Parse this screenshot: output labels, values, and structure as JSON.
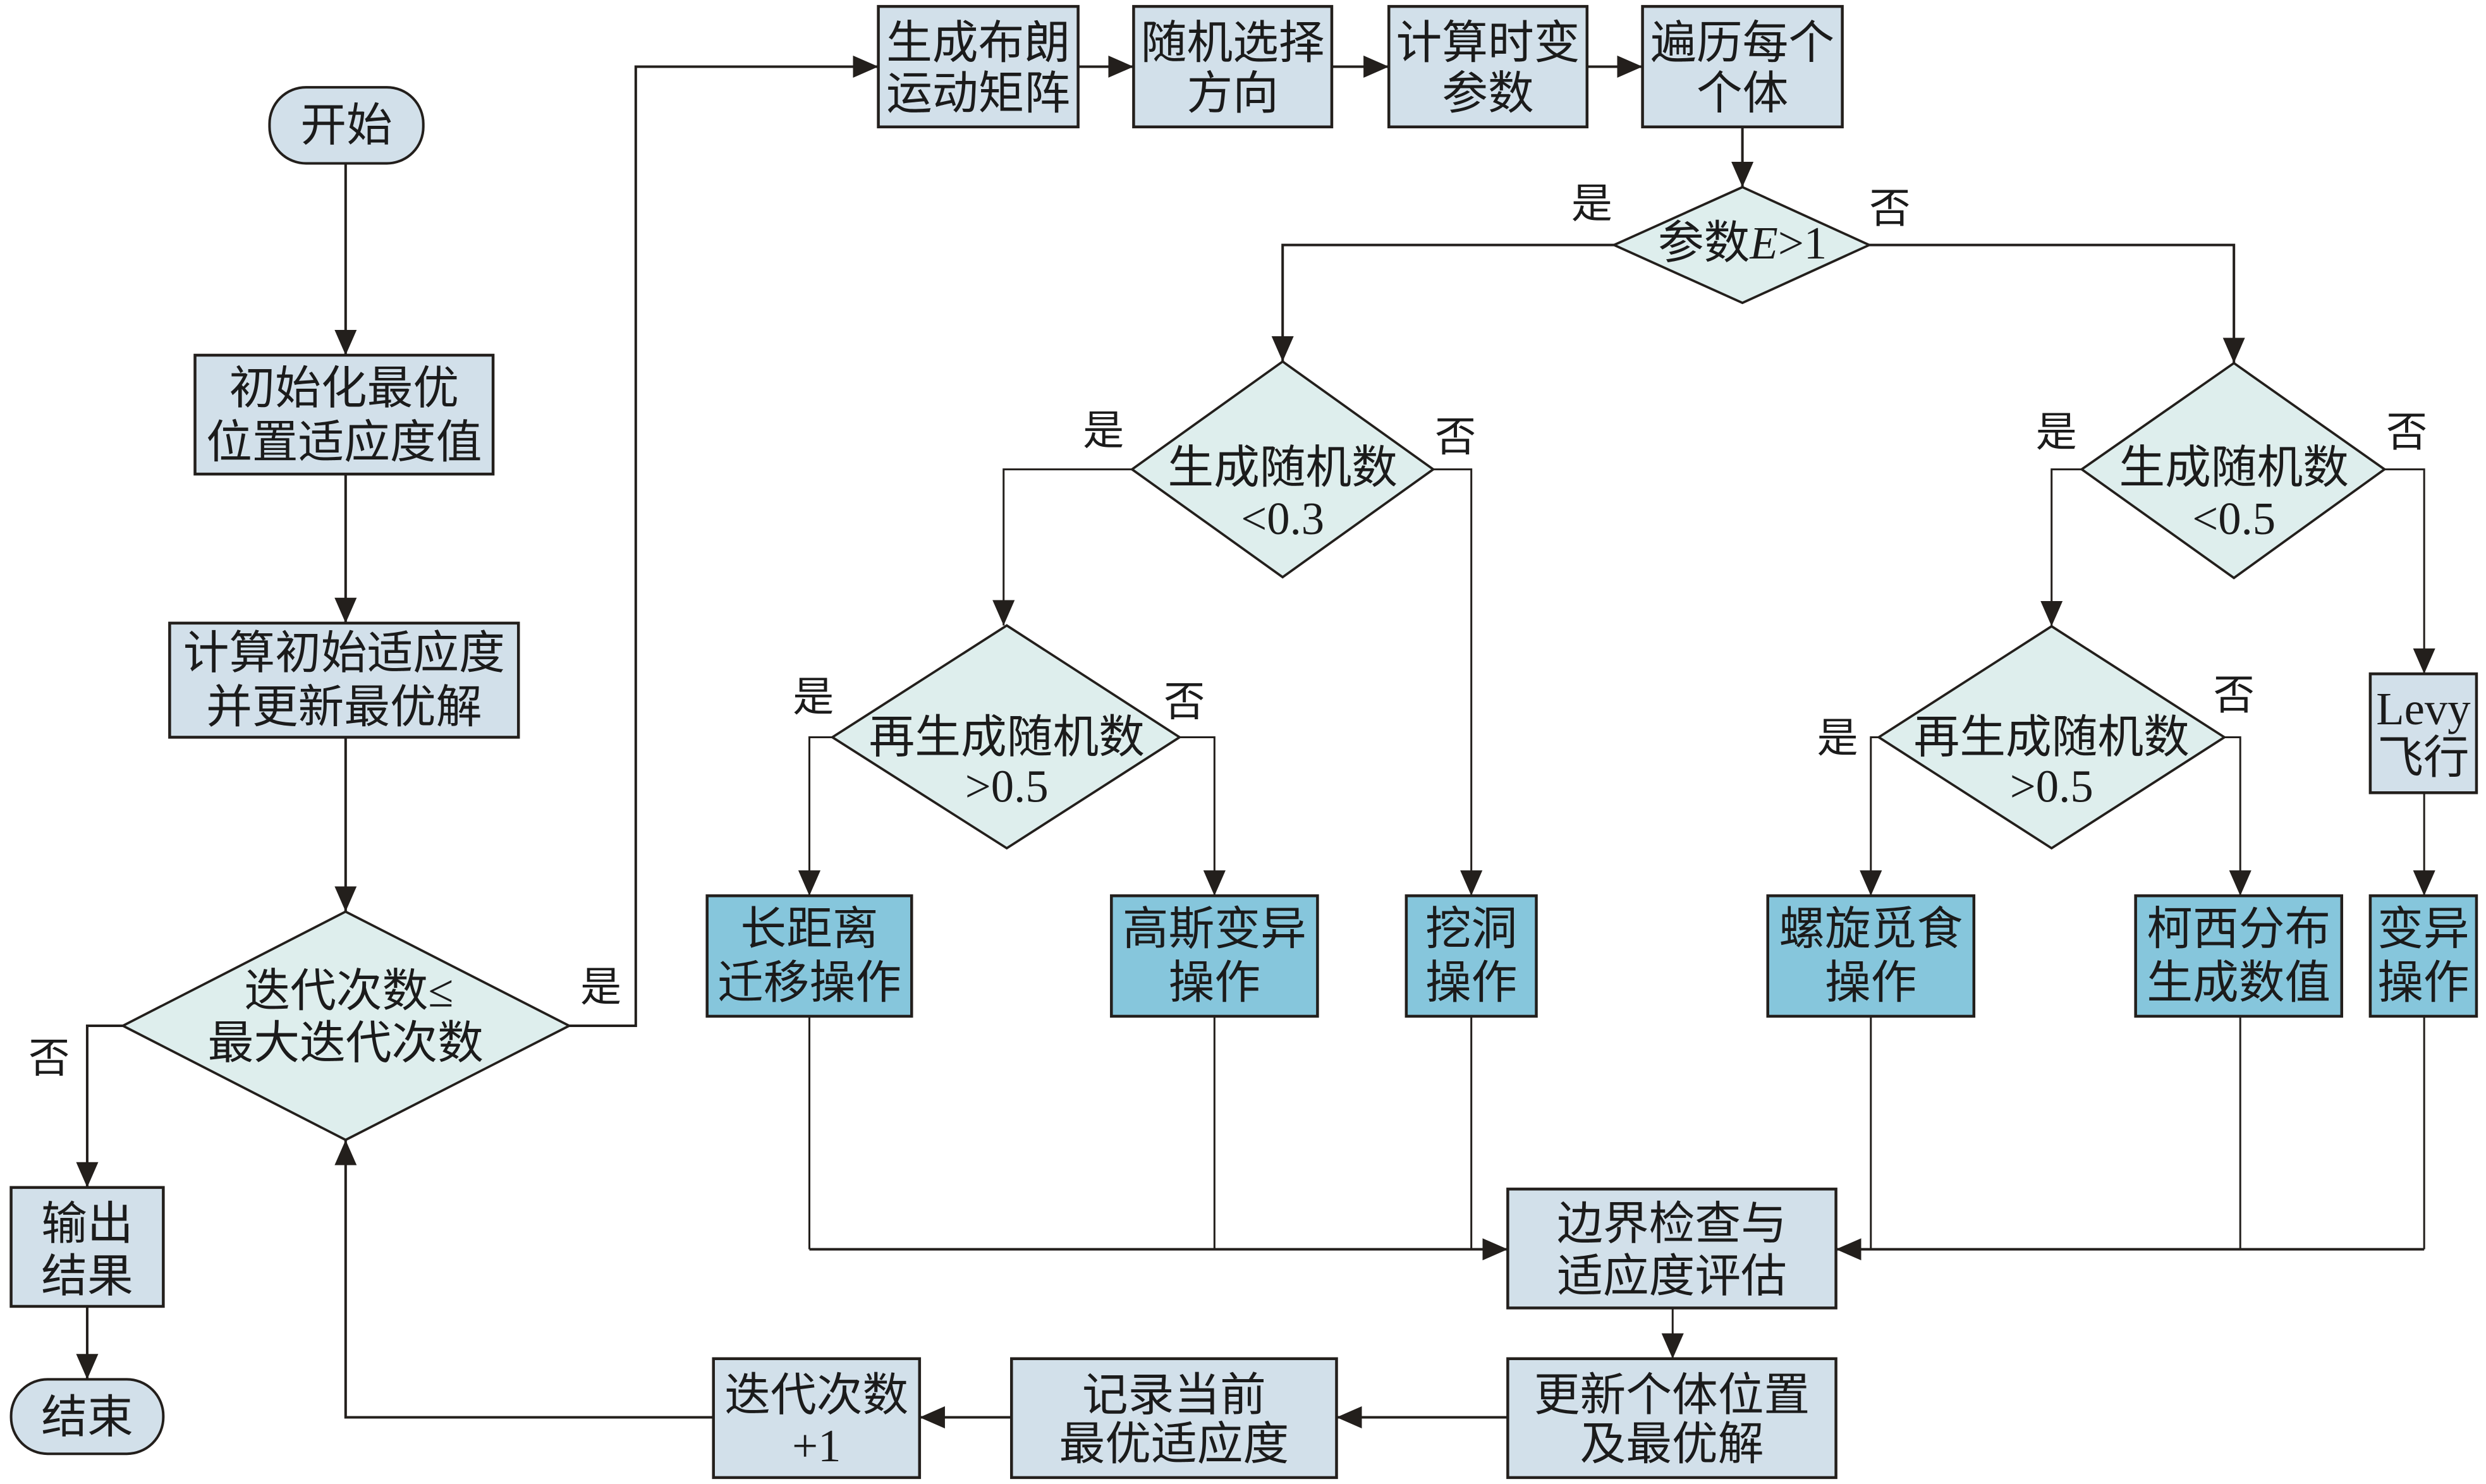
{
  "diagram": {
    "nodes": {
      "start": {
        "lines": [
          "开始"
        ]
      },
      "init_best": {
        "lines": [
          "初始化最优",
          "位置适应度值"
        ]
      },
      "calc_initial_fitness": {
        "lines": [
          "计算初始适应度",
          "并更新最优解"
        ]
      },
      "iteration_check": {
        "lines": [
          "迭代次数≤",
          "最大迭代次数"
        ]
      },
      "output_result": {
        "lines": [
          "输出",
          "结果"
        ]
      },
      "end": {
        "lines": [
          "结束"
        ]
      },
      "brownian_matrix": {
        "lines": [
          "生成布朗",
          "运动矩阵"
        ]
      },
      "random_direction": {
        "lines": [
          "随机选择",
          "方向"
        ]
      },
      "time_varying_params": {
        "lines": [
          "计算时变",
          "参数"
        ]
      },
      "each_individual": {
        "lines": [
          "遍历每个",
          "个体"
        ]
      },
      "param_e_check": {
        "prefix": "参数",
        "variable": "E",
        "suffix": ">1"
      },
      "rand_lt_0_3": {
        "lines": [
          "生成随机数",
          "<0.3"
        ]
      },
      "rand_gt_0_5_left": {
        "lines": [
          "再生成随机数",
          ">0.5"
        ]
      },
      "long_distance_migration": {
        "lines": [
          "长距离",
          "迁移操作"
        ]
      },
      "gaussian_mutation": {
        "lines": [
          "高斯变异",
          "操作"
        ]
      },
      "digging": {
        "lines": [
          "挖洞",
          "操作"
        ]
      },
      "rand_lt_0_5": {
        "lines": [
          "生成随机数",
          "<0.5"
        ]
      },
      "rand_gt_0_5_right": {
        "lines": [
          "再生成随机数",
          ">0.5"
        ]
      },
      "spiral_foraging": {
        "lines": [
          "螺旋觅食",
          "操作"
        ]
      },
      "cauchy_distribution": {
        "lines": [
          "柯西分布",
          "生成数值"
        ]
      },
      "levy_flight": {
        "lines": [
          "Levy",
          "飞行"
        ]
      },
      "mutation": {
        "lines": [
          "变异",
          "操作"
        ]
      },
      "boundary_check": {
        "lines": [
          "边界检查与",
          "适应度评估"
        ]
      },
      "update_position": {
        "lines": [
          "更新个体位置",
          "及最优解"
        ]
      },
      "record_best": {
        "lines": [
          "记录当前",
          "最优适应度"
        ]
      },
      "iteration_increment": {
        "lines": [
          "迭代次数",
          "+1"
        ]
      }
    },
    "branch_labels": {
      "yes": "是",
      "no": "否"
    }
  },
  "colors": {
    "process_fill": "#d2e0ea",
    "operation_fill": "#86c6dc",
    "decision_fill": "#deeeed",
    "stroke": "#231f1c",
    "text": "#1b1b1b"
  }
}
